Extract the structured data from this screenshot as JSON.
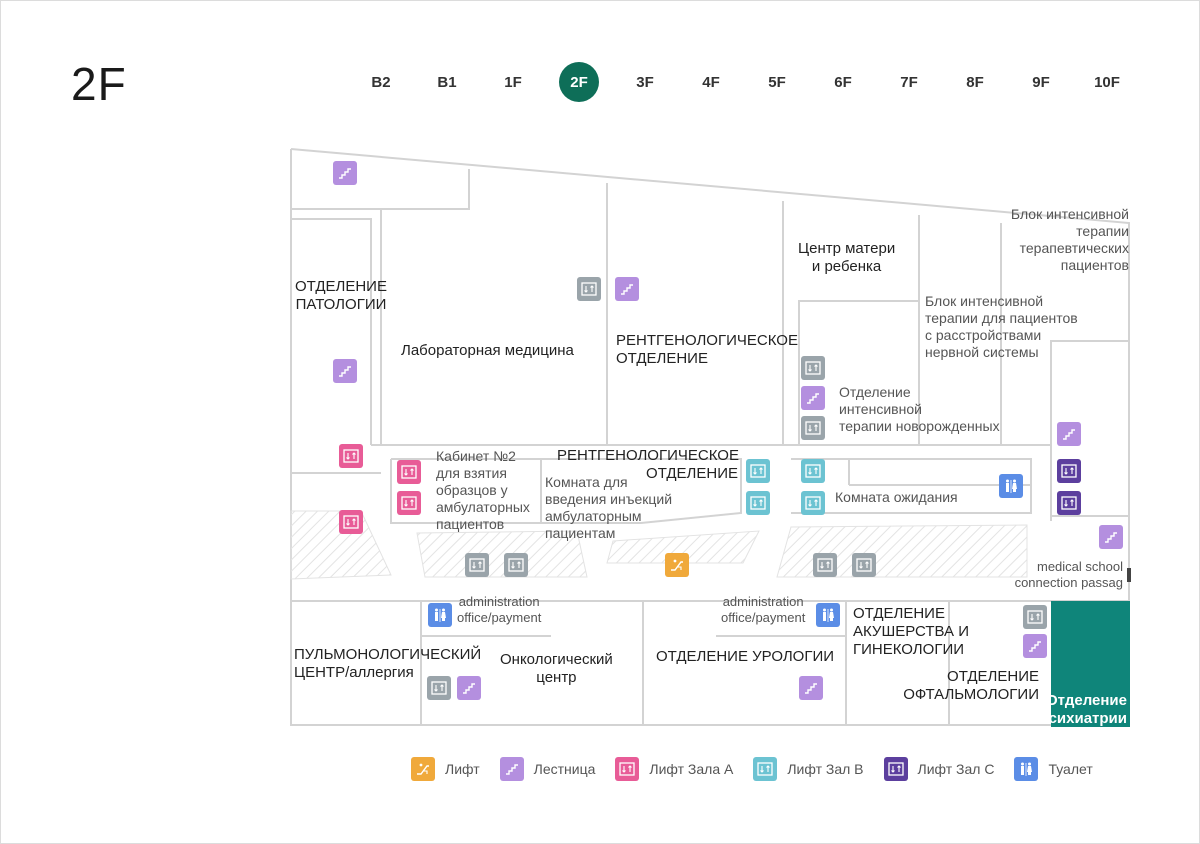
{
  "floor": {
    "current": "2F"
  },
  "floors": [
    "B2",
    "B1",
    "1F",
    "2F",
    "3F",
    "4F",
    "5F",
    "6F",
    "7F",
    "8F",
    "9F",
    "10F"
  ],
  "rooms": {
    "pathology": [
      "ОТДЕЛЕНИЕ",
      "ПАТОЛОГИИ"
    ],
    "lab": "Лабораторная медицина",
    "radiology_top": [
      "РЕНТГЕНОЛОГИЧЕСКОЕ",
      "ОТДЕЛЕНИЕ"
    ],
    "mother_child": [
      "Центр матери",
      "и ребенка"
    ],
    "icu_therapy": [
      "Блок интенсивной",
      "терапии",
      "терапевтических",
      "пациентов"
    ],
    "icu_neuro": [
      "Блок интенсивной",
      "терапии для пациентов",
      "с расстройствами",
      "нервной системы"
    ],
    "nicu": [
      "Отделение",
      "интенсивной",
      "терапии новорожденных"
    ],
    "sample_room": [
      "Кабинет №2",
      "для взятия",
      "образцов у",
      "амбулаторных",
      "пациентов"
    ],
    "radiology_mid": [
      "РЕНТГЕНОЛОГИЧЕСКОЕ",
      "ОТДЕЛЕНИЕ"
    ],
    "injection_room": [
      "Комната для",
      "введения инъекций",
      "амбулаторным",
      "пациентам"
    ],
    "waiting_room": "Комната ожидания",
    "medical_school": [
      "medical school",
      "connection passag"
    ],
    "admin_left": [
      "administration",
      "office/payment"
    ],
    "admin_right": [
      "administration",
      "office/payment"
    ],
    "pulmonology": [
      "ПУЛЬМОНОЛОГИЧЕСКИЙ",
      "ЦЕНТР/аллергия"
    ],
    "oncology": [
      "Онкологический",
      "центр"
    ],
    "urology": "ОТДЕЛЕНИЕ УРОЛОГИИ",
    "obstetrics": [
      "ОТДЕЛЕНИЕ",
      "АКУШЕРСТВА И",
      "ГИНЕКОЛОГИИ"
    ],
    "ophthalmology": [
      "ОТДЕЛЕНИЕ",
      "ОФТАЛЬМОЛОГИИ"
    ],
    "psychiatry": [
      "Отделение",
      "психиатрии"
    ]
  },
  "legend": [
    {
      "label": "Лифт",
      "icon": "escalator-icon",
      "color": "#f0a93b"
    },
    {
      "label": "Лестница",
      "icon": "stairs-icon",
      "color": "#b48fdf"
    },
    {
      "label": "Лифт Зала A",
      "icon": "elevator-icon",
      "color": "#e85c97"
    },
    {
      "label": "Лифт Зал B",
      "icon": "elevator-icon",
      "color": "#6cc3d2"
    },
    {
      "label": "Лифт Зал C",
      "icon": "elevator-icon",
      "color": "#5c3f9e"
    },
    {
      "label": "Туалет",
      "icon": "restroom-icon",
      "color": "#5b8de6"
    }
  ],
  "colors": {
    "accent": "#0e6e58",
    "highlight_room": "#0f857a",
    "elevator_gray": "#9aa4aa",
    "wall": "#cfcfcf"
  }
}
